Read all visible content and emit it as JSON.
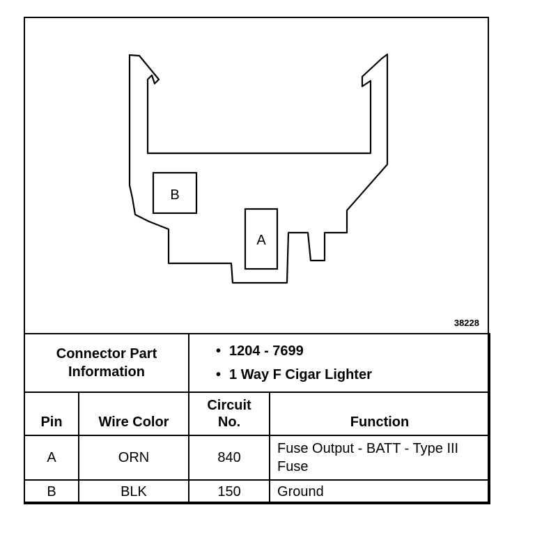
{
  "drawing": {
    "pin_a_label": "A",
    "pin_b_label": "B",
    "reference_number": "38228"
  },
  "info": {
    "title": "Connector Part Information",
    "part_number": "1204 - 7699",
    "description": "1 Way F Cigar Lighter"
  },
  "table": {
    "headers": {
      "pin": "Pin",
      "wire_color": "Wire Color",
      "circuit": "Circuit No.",
      "function": "Function"
    },
    "rows": [
      {
        "pin": "A",
        "wire_color": "ORN",
        "circuit": "840",
        "function": "Fuse Output - BATT - Type III Fuse"
      },
      {
        "pin": "B",
        "wire_color": "BLK",
        "circuit": "150",
        "function": "Ground"
      }
    ]
  }
}
